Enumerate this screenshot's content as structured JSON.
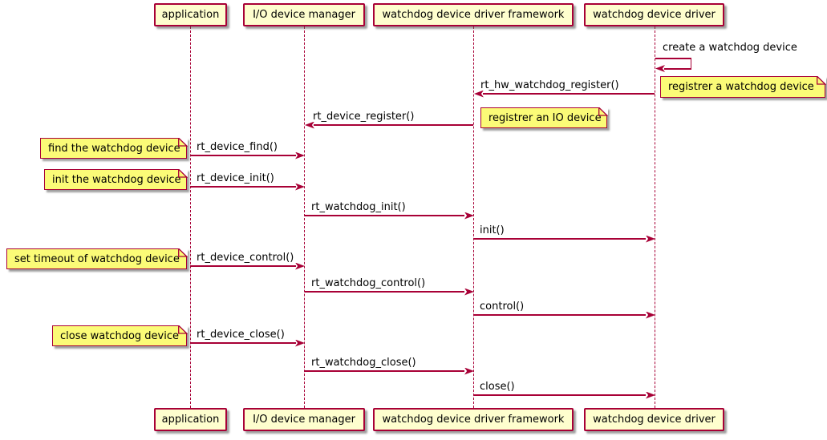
{
  "participants": [
    {
      "label": "application"
    },
    {
      "label": "I/O device manager"
    },
    {
      "label": "watchdog device driver framework"
    },
    {
      "label": "watchdog device driver"
    }
  ],
  "messages": [
    {
      "label": "create a watchdog device",
      "from": "watchdog device driver",
      "to": "watchdog device driver",
      "kind": "self"
    },
    {
      "label": "rt_hw_watchdog_register()",
      "from": "watchdog device driver",
      "to": "watchdog device driver framework",
      "kind": "left"
    },
    {
      "label": "rt_device_register()",
      "from": "watchdog device driver framework",
      "to": "I/O device manager",
      "kind": "left"
    },
    {
      "label": "rt_device_find()",
      "from": "application",
      "to": "I/O device manager",
      "kind": "right"
    },
    {
      "label": "rt_device_init()",
      "from": "application",
      "to": "I/O device manager",
      "kind": "right"
    },
    {
      "label": "rt_watchdog_init()",
      "from": "I/O device manager",
      "to": "watchdog device driver framework",
      "kind": "right"
    },
    {
      "label": "init()",
      "from": "watchdog device driver framework",
      "to": "watchdog device driver",
      "kind": "right"
    },
    {
      "label": "rt_device_control()",
      "from": "application",
      "to": "I/O device manager",
      "kind": "right"
    },
    {
      "label": "rt_watchdog_control()",
      "from": "I/O device manager",
      "to": "watchdog device driver framework",
      "kind": "right"
    },
    {
      "label": "control()",
      "from": "watchdog device driver framework",
      "to": "watchdog device driver",
      "kind": "right"
    },
    {
      "label": "rt_device_close()",
      "from": "application",
      "to": "I/O device manager",
      "kind": "right"
    },
    {
      "label": "rt_watchdog_close()",
      "from": "I/O device manager",
      "to": "watchdog device driver framework",
      "kind": "right"
    },
    {
      "label": "close()",
      "from": "watchdog device driver framework",
      "to": "watchdog device driver",
      "kind": "right"
    }
  ],
  "notes": [
    {
      "text": "registrer a watchdog device"
    },
    {
      "text": "registrer an IO device"
    },
    {
      "text": "find the watchdog device"
    },
    {
      "text": "init the watchdog device"
    },
    {
      "text": "set timeout of watchdog device"
    },
    {
      "text": "close watchdog device"
    }
  ],
  "colors": {
    "accent": "#A80036",
    "participant_fill": "#FEFECE",
    "note_fill": "#FBFB77",
    "text": "#000000",
    "background": "#FFFFFF"
  }
}
